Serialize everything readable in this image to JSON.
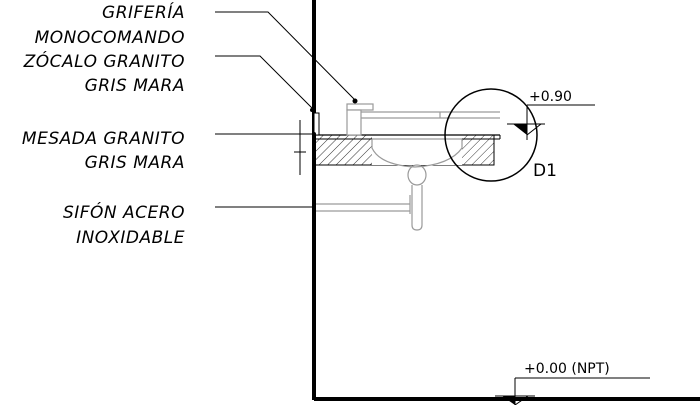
{
  "labels": {
    "griferia_1": "GRIFERÍA",
    "griferia_2": "MONOCOMANDO",
    "zocalo_1": "ZÓCALO GRANITO",
    "zocalo_2": "GRIS MARA",
    "mesada_1": "MESADA GRANITO",
    "mesada_2": "GRIS MARA",
    "sifon_1": "SIFÓN ACERO",
    "sifon_2": "INOXIDABLE"
  },
  "levels": {
    "countertop": "+0.90",
    "floor": "+0.00 (NPT)"
  },
  "detail_tag": "D1",
  "colors": {
    "ink": "#000000",
    "fixture_grey": "#9a9a9a"
  }
}
